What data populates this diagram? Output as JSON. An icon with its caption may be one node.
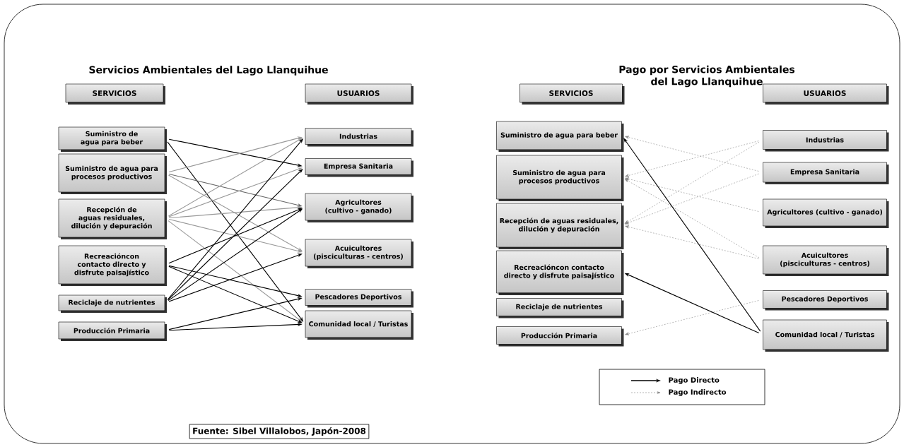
{
  "diagram": {
    "caption": "Fuente: Sibel Villalobos, Japón-2008",
    "nodes": [
      {
        "text": [
          "SERVICIOS"
        ]
      },
      {
        "text": [
          "USUARIOS"
        ]
      },
      {
        "text": [
          "Suministro de agua para beber"
        ]
      },
      {
        "text": [
          "Suministro de agua para procesos productivos"
        ]
      },
      {
        "text": [
          "Recepción de aguas residuales, dilución y depuración"
        ]
      },
      {
        "text": [
          "Recreacióncon contacto directo y disfrute paisajístico"
        ]
      },
      {
        "text": [
          "Reciclaje de nutrientes"
        ]
      },
      {
        "text": [
          "Producción Primaria"
        ]
      },
      {
        "text": [
          "Industrias"
        ]
      },
      {
        "text": [
          "Empresa Sanitaria"
        ]
      },
      {
        "text": [
          "Agricultores (cultivo - ganado)"
        ]
      },
      {
        "text": [
          "Acuicultores (pisciculturas - centros)"
        ]
      },
      {
        "text": [
          "Pescadores Deportivos"
        ]
      },
      {
        "text": [
          "Comunidad local / Turistas"
        ]
      },
      {
        "text": [
          "SERVICIOS"
        ]
      },
      {
        "text": [
          "USUARIOS"
        ]
      },
      {
        "text": [
          "Suministro de agua para beber"
        ]
      },
      {
        "text": [
          "Suministro de agua para procesos productivos"
        ]
      },
      {
        "text": [
          "Recepción de aguas residuales, dilución y depuración"
        ]
      },
      {
        "text": [
          "Recreacióncon contacto directo y disfrute paisajístico"
        ]
      },
      {
        "text": [
          "Reciclaje de nutrientes"
        ]
      },
      {
        "text": [
          "Producción Primaria"
        ]
      },
      {
        "text": [
          "Industrias"
        ]
      },
      {
        "text": [
          "Empresa Sanitaria"
        ]
      },
      {
        "text": [
          "Agricultores (cultivo - ganado)"
        ]
      },
      {
        "text": [
          "Acuicultores (pisciculturas - centros)"
        ]
      },
      {
        "text": [
          "Pescadores Deportivos"
        ]
      },
      {
        "text": [
          "Comunidad local / Turistas"
        ]
      }
    ],
    "edges": [
      {
        "from": 2,
        "to": 9,
        "arrow": "to"
      },
      {
        "from": 2,
        "to": 13,
        "arrow": "to"
      },
      {
        "from": 3,
        "to": 8,
        "arrow": "to",
        "color": "#999999"
      },
      {
        "from": 3,
        "to": 10,
        "arrow": "to",
        "color": "#666666"
      },
      {
        "from": 3,
        "to": 11,
        "arrow": "to",
        "color": "#999999"
      },
      {
        "from": 4,
        "to": 8,
        "arrow": "to",
        "color": "#999999"
      },
      {
        "from": 4,
        "to": 9,
        "arrow": "to",
        "color": "#999999"
      },
      {
        "from": 4,
        "to": 10,
        "arrow": "to",
        "color": "#999999"
      },
      {
        "from": 4,
        "to": 11,
        "arrow": "to",
        "color": "#999999"
      },
      {
        "from": 4,
        "to": 13,
        "arrow": "to",
        "color": "#999999"
      },
      {
        "from": 5,
        "to": 10,
        "arrow": "to"
      },
      {
        "from": 5,
        "to": 12,
        "arrow": "to"
      },
      {
        "from": 5,
        "to": 13,
        "arrow": "to"
      },
      {
        "from": 6,
        "to": 8,
        "arrow": "to"
      },
      {
        "from": 6,
        "to": 9,
        "arrow": "to"
      },
      {
        "from": 6,
        "to": 10,
        "arrow": "to"
      },
      {
        "from": 6,
        "to": 11,
        "arrow": "to"
      },
      {
        "from": 7,
        "to": 12,
        "arrow": "to"
      },
      {
        "from": 7,
        "to": 13,
        "arrow": "to"
      },
      {
        "from": 22,
        "to": 17,
        "arrow": "to",
        "style": "dashed",
        "color": "#888888"
      },
      {
        "from": 22,
        "to": 18,
        "arrow": "to",
        "style": "dashed",
        "color": "#888888"
      },
      {
        "from": 23,
        "to": 16,
        "arrow": "to",
        "style": "dashed",
        "color": "#888888"
      },
      {
        "from": 23,
        "to": 18,
        "arrow": "to",
        "style": "dashed",
        "color": "#888888"
      },
      {
        "from": 24,
        "to": 17,
        "arrow": "to",
        "style": "dashed",
        "color": "#888888"
      },
      {
        "from": 25,
        "to": 17,
        "arrow": "to",
        "style": "dashed",
        "color": "#888888"
      },
      {
        "from": 25,
        "to": 18,
        "arrow": "to",
        "style": "dashed",
        "color": "#888888"
      },
      {
        "from": 26,
        "to": 21,
        "arrow": "to",
        "style": "dashed",
        "color": "#888888"
      },
      {
        "from": 27,
        "to": 16,
        "arrow": "to"
      },
      {
        "from": 27,
        "to": 19,
        "arrow": "to"
      }
    ],
    "labels": [
      "Servicios Ambientales del Lago Llanquihue",
      "Pago por Servicios Ambientales del Lago Llanquihue"
    ],
    "legend": [
      {
        "text": "Pago Directo"
      },
      {
        "text": "Pago Indirecto"
      }
    ]
  }
}
